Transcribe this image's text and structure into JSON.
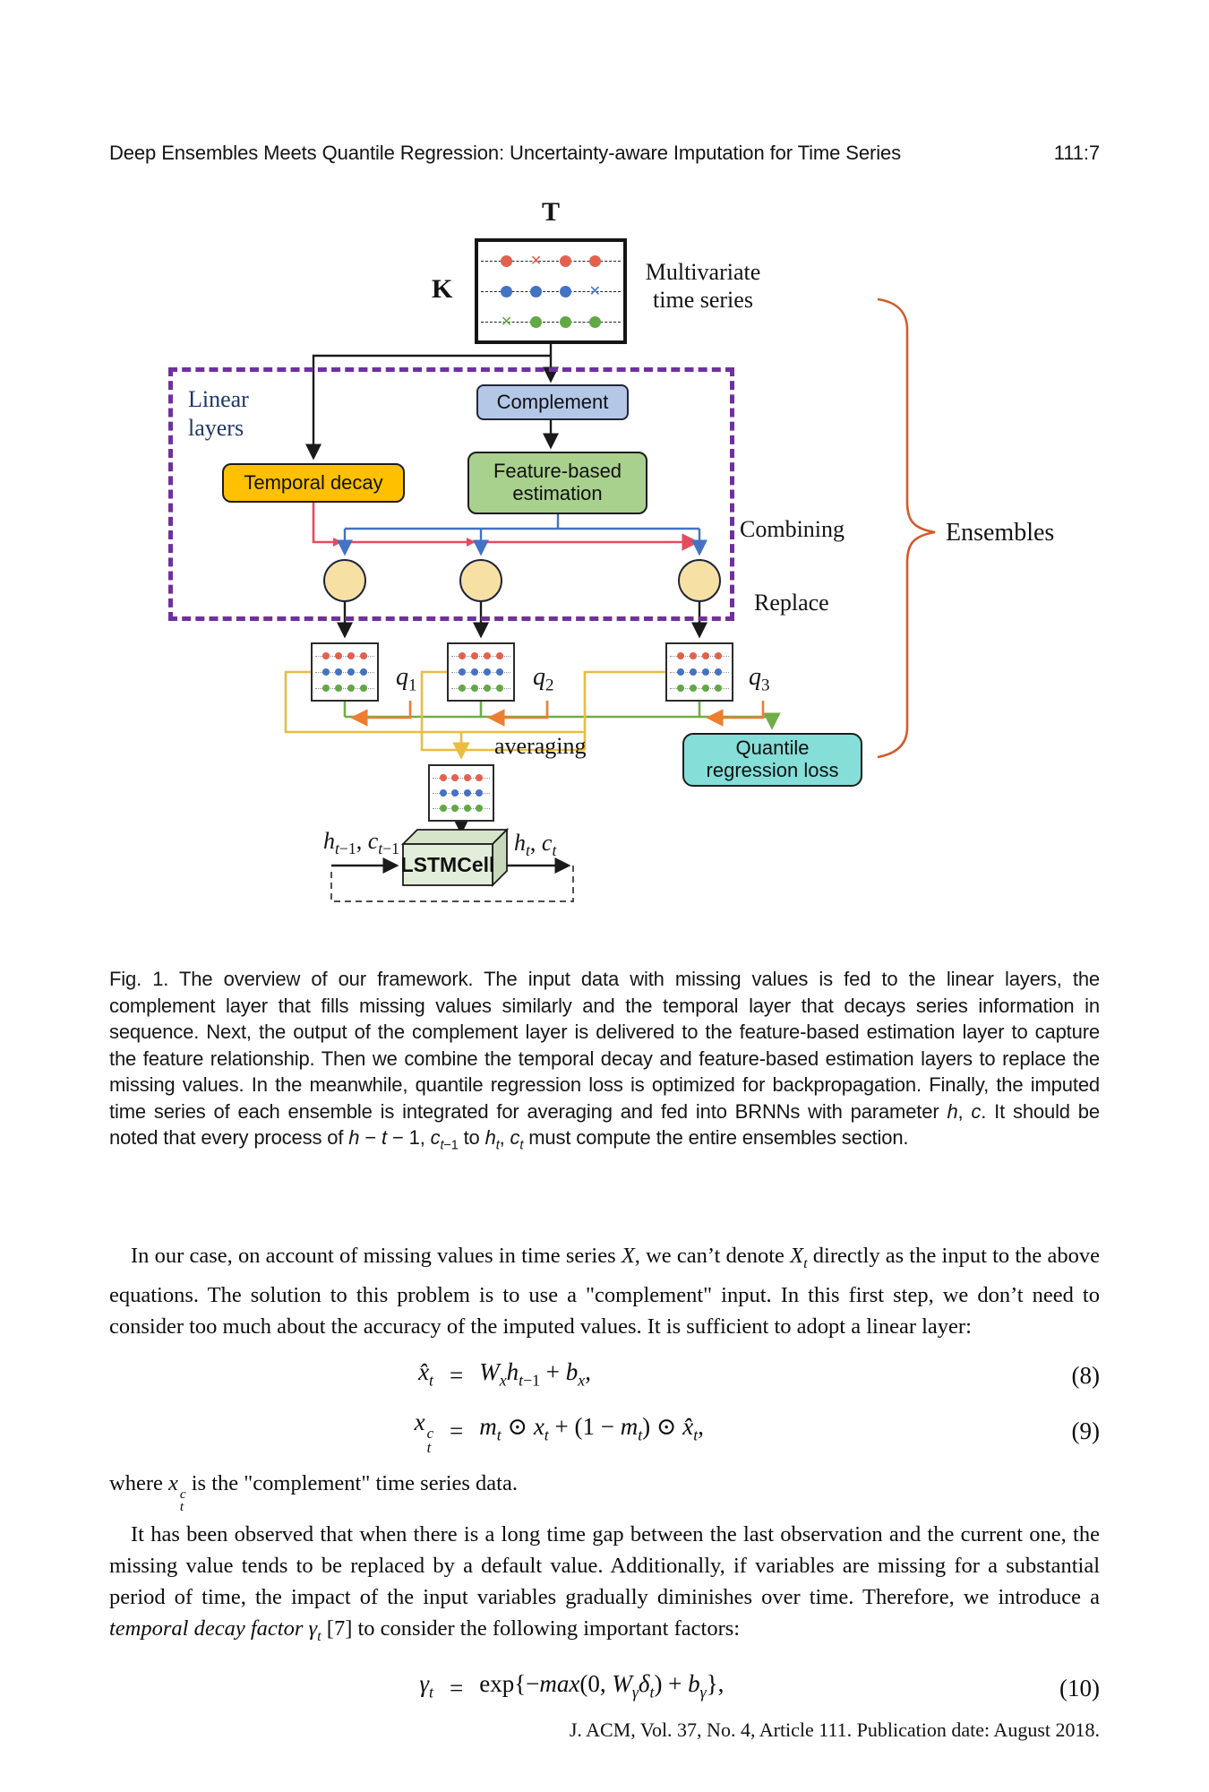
{
  "page": {
    "header_title": "Deep Ensembles Meets Quantile Regression: Uncertainty-aware Imputation for Time Series",
    "header_page": "111:7",
    "footer": "J. ACM, Vol. 37, No. 4, Article 111. Publication date: August 2018."
  },
  "figure": {
    "t_label": "T",
    "k_label": "K",
    "multivariate_label": "Multivariate time series",
    "linear_layers_label": "Linear layers",
    "complement_label": "Complement",
    "temporal_decay_label": "Temporal decay",
    "feature_based_label": "Feature-based estimation",
    "combining_label": "Combining",
    "replace_label": "Replace",
    "ensembles_label": "Ensembles",
    "averaging_label": "averaging",
    "quantile_loss_label": "Quantile regression loss",
    "lstm_label": "LSTMCell",
    "h_prev_html": "<i>h</i><sub><i>t</i>−1</sub>, <i>c</i><sub><i>t</i>−1</sub>",
    "h_next_html": "<i>h</i><sub><i>t</i></sub>, <i>c</i><sub><i>t</i></sub>",
    "q_labels": [
      {
        "base": "q",
        "sub": "1"
      },
      {
        "base": "q",
        "sub": "2"
      },
      {
        "base": "q",
        "sub": "3"
      }
    ],
    "ts_grid": {
      "rows": [
        {
          "color": "#e2614e",
          "markers": [
            "dot",
            "x",
            "dot",
            "dot"
          ]
        },
        {
          "color": "#4472c4",
          "markers": [
            "dot",
            "dot",
            "dot",
            "x"
          ]
        },
        {
          "color": "#62a845",
          "markers": [
            "x",
            "dot",
            "dot",
            "dot"
          ]
        }
      ]
    },
    "q_grid": {
      "rows": [
        {
          "color": "#e2614e",
          "markers": [
            "dot",
            "dot",
            "dot",
            "dot"
          ]
        },
        {
          "color": "#4472c4",
          "markers": [
            "dot",
            "dot",
            "dot",
            "dot"
          ]
        },
        {
          "color": "#62a845",
          "markers": [
            "dot",
            "dot",
            "dot",
            "dot"
          ]
        }
      ]
    },
    "colors": {
      "complement_fill": "#b4c7e7",
      "temporal_decay_fill": "#ffc000",
      "feature_fill": "#a9d18e",
      "quantile_fill": "#85ded8",
      "circle_fill": "#f6e0a3",
      "lstm_fill": "#e3eeda",
      "dashed_box_purple": "#7030a0",
      "red_line": "#e64a5e",
      "blue_line": "#4472c4",
      "green_line": "#70ad47",
      "yellow_line": "#e9bd3f",
      "orange_arrow": "#ed7d31",
      "brace_orange": "#d35b2c",
      "series_red": "#e2614e",
      "series_blue": "#4472c4",
      "series_green": "#62a845"
    }
  },
  "caption_html": "Fig. 1.  The overview of our framework. The input data with missing values is fed to the linear layers, the complement layer that fills missing values similarly and the temporal layer that decays series information in sequence. Next, the output of the complement layer is delivered to the feature-based estimation layer to capture the feature relationship. Then we combine the temporal decay and feature-based estimation layers to replace the missing values. In the meanwhile, quantile regression loss is optimized for backpropagation. Finally, the imputed time series of each ensemble is integrated for averaging and fed into BRNNs with parameter <i>h</i>, <i>c</i>. It should be noted that every process of <i>h</i> − <i>t</i> − 1, <i>c</i><sub><i>t</i>−1</sub> to <i>h</i><sub><i>t</i></sub>, <i>c</i><sub><i>t</i></sub> must compute the entire ensembles section.",
  "body": {
    "para1_html": "In our case, on account of missing values in time series <i>X</i>, we can’t denote <i>X</i><sub><i>t</i></sub> directly as the input to the above equations. The solution to this problem is to use a \"complement\" input. In this first step, we don’t need to consider too much about the accuracy of the imputed values. It is sufficient to adopt a linear layer:",
    "where_html": "where <i>x</i><span class='ss'><span><i>c</i></span><span><i>t</i></span></span> is the \"complement\" time series data.",
    "para2_html": "It has been observed that when there is a long time gap between the last observation and the current one, the missing value tends to be replaced by a default value. Additionally, if variables are missing for a substantial period of time, the impact of the input variables gradually diminishes over time. Therefore, we introduce a <i>temporal decay factor</i> <i>γ</i><sub><i>t</i></sub> [7] to consider the following important factors:"
  },
  "equations": {
    "eq8": {
      "lhs_html": "<i>x̂</i><sub><i>t</i></sub>",
      "eq": "=",
      "rhs_html": "<i>W</i><sub><i>x</i></sub><i>h</i><sub><i>t</i>−1</sub> + <i>b</i><sub><i>x</i></sub>,",
      "num": "(8)"
    },
    "eq9": {
      "lhs_html": "<i>x</i><span class='ss'><span><i>c</i></span><span><i>t</i></span></span>",
      "eq": "=",
      "rhs_html": "<i>m</i><sub><i>t</i></sub> ⊙ <i>x</i><sub><i>t</i></sub> + (1 − <i>m</i><sub><i>t</i></sub>) ⊙ <i>x̂</i><sub><i>t</i></sub>,",
      "num": "(9)"
    },
    "eq10": {
      "lhs_html": "<i>γ</i><sub><i>t</i></sub>",
      "eq": "=",
      "rhs_html": "exp{−<i>max</i>(0, <i>W</i><sub><i>γ</i></sub><i>δ</i><sub><i>t</i></sub>) + <i>b</i><sub><i>γ</i></sub>},",
      "num": "(10)"
    }
  }
}
